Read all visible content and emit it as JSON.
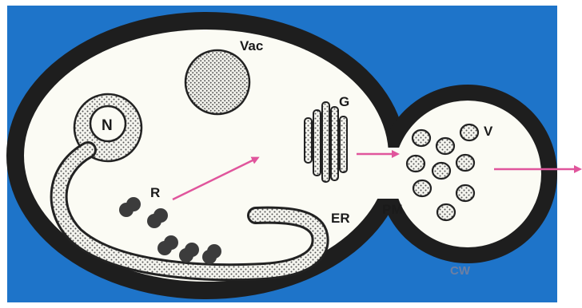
{
  "labels": {
    "vacuole": "Vac",
    "nucleus": "N",
    "golgi": "G",
    "vesicles": "V",
    "ribosomes": "R",
    "er": "ER",
    "plasma_membrane": "PM",
    "cell_wall": "CW"
  },
  "colors": {
    "background": "#1e74c9",
    "cell_wall": "#1e1e1e",
    "cytoplasm": "#fbfbf4",
    "arrow": "#e0559c",
    "ribosome": "#3c3c3c"
  }
}
